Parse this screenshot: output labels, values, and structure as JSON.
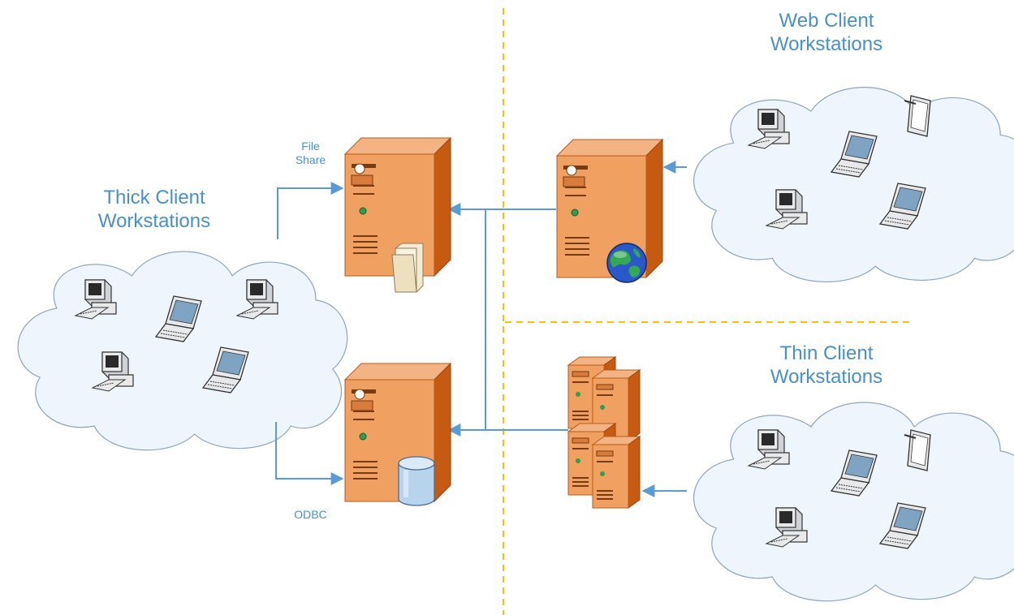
{
  "groups": {
    "thick": {
      "line1": "Thick Client",
      "line2": "Workstations"
    },
    "web": {
      "line1": "Web Client",
      "line2": "Workstations"
    },
    "thin": {
      "line1": "Thin Client",
      "line2": "Workstations"
    }
  },
  "connections": {
    "file_share": {
      "line1": "File",
      "line2": "Share"
    },
    "odbc": "ODBC"
  },
  "colors": {
    "line": "#5b9bd5",
    "label": "#4a90c8",
    "divider": "#ffc000",
    "server_front": "#f0a060",
    "server_side": "#c65a10",
    "cloud_fill": "#eef5fc",
    "cloud_stroke": "#8fa6bd"
  },
  "icons": {
    "file_server_badge": "folder-icon",
    "db_server_badge": "database-icon",
    "web_server_badge": "globe-icon",
    "workstation_kinds": [
      "desktop-computer-icon",
      "laptop-icon",
      "tablet-icon"
    ]
  }
}
